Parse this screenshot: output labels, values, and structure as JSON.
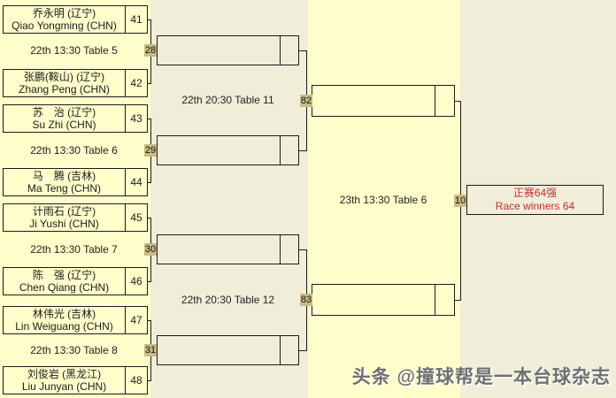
{
  "bracket": {
    "round1_players": [
      {
        "seed": "41",
        "name_cn": "乔永明 (辽宁)",
        "name_en": "Qiao Yongming (CHN)"
      },
      {
        "seed": "42",
        "name_cn": "张鹏(鞍山) (辽宁)",
        "name_en": "Zhang Peng (CHN)"
      },
      {
        "seed": "43",
        "name_cn": "苏　治 (辽宁)",
        "name_en": "Su Zhi (CHN)"
      },
      {
        "seed": "44",
        "name_cn": "马　腾 (吉林)",
        "name_en": "Ma Teng (CHN)"
      },
      {
        "seed": "45",
        "name_cn": "计雨石 (辽宁)",
        "name_en": "Ji Yushi (CHN)"
      },
      {
        "seed": "46",
        "name_cn": "陈　强 (辽宁)",
        "name_en": "Chen Qiang (CHN)"
      },
      {
        "seed": "47",
        "name_cn": "林伟光 (吉林)",
        "name_en": "Lin Weiguang (CHN)"
      },
      {
        "seed": "48",
        "name_cn": "刘俊岩 (黑龙江)",
        "name_en": "Liu Junyan (CHN)"
      }
    ],
    "round1_matches": [
      {
        "id": "28",
        "schedule": "22th 13:30 Table 5"
      },
      {
        "id": "29",
        "schedule": "22th 13:30 Table 6"
      },
      {
        "id": "30",
        "schedule": "22th 13:30 Table 7"
      },
      {
        "id": "31",
        "schedule": "22th 13:30 Table 8"
      }
    ],
    "round2_matches": [
      {
        "id": "82",
        "schedule": "22th 20:30 Table 11"
      },
      {
        "id": "83",
        "schedule": "22th 20:30 Table 12"
      }
    ],
    "final_match": {
      "id": "10",
      "schedule": "23th 13:30 Table 6"
    },
    "qualification": {
      "line1_cn": "正赛64强",
      "line2_en": "Race winners 64"
    }
  },
  "watermark": {
    "text": "头条 @撞球帮是一本台球杂志"
  },
  "colors": {
    "column_yellow": "#FFFFCB",
    "column_beige": "#F0EED9",
    "badge_tan": "#C9BC85",
    "accent_red": "#CC2B2B"
  }
}
